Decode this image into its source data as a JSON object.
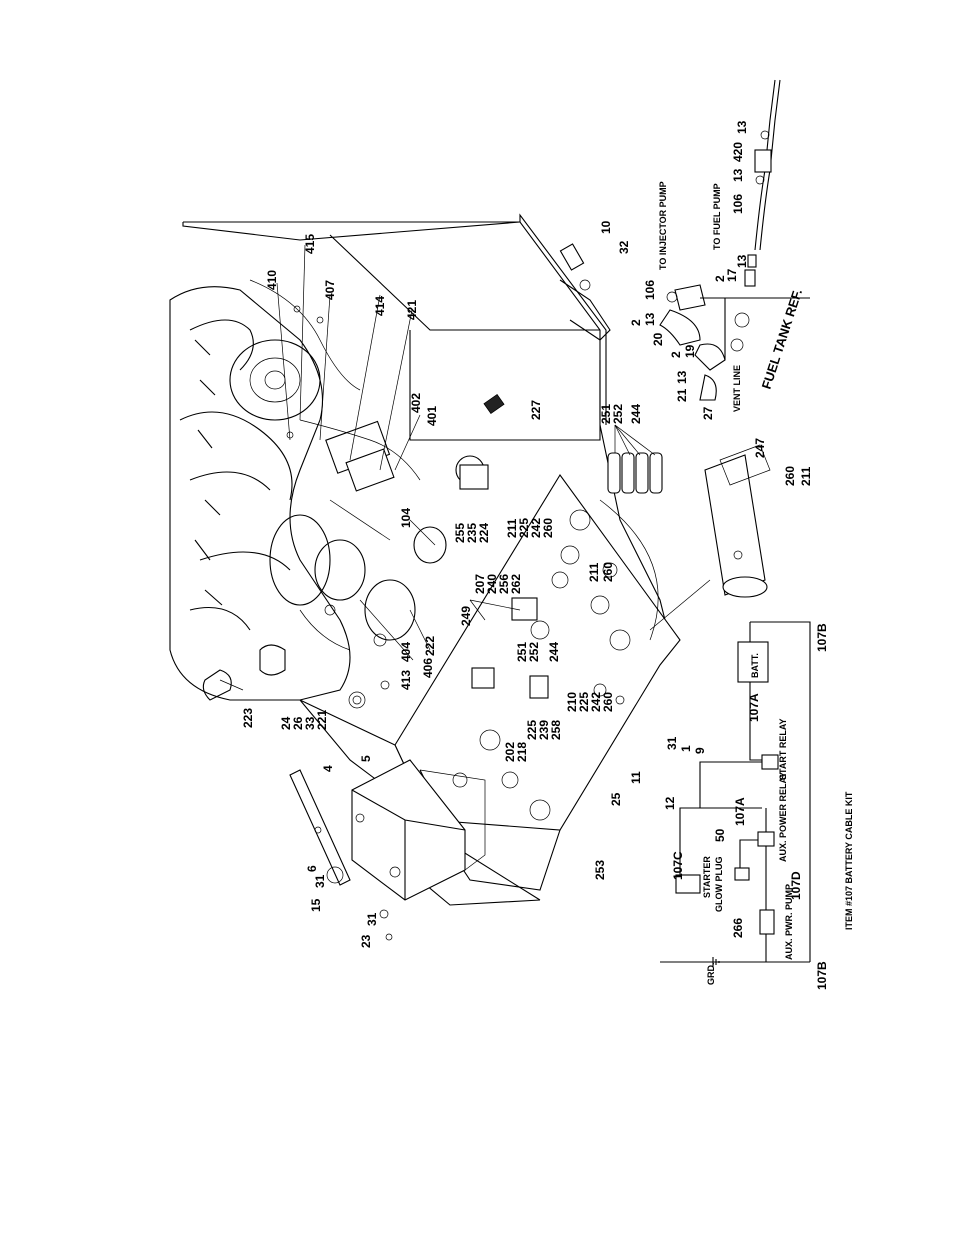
{
  "callouts": {
    "c4": "4",
    "c5": "5",
    "c6": "6",
    "c31a": "31",
    "c15": "15",
    "c31b": "31",
    "c23": "23",
    "c253": "253",
    "c25": "25",
    "c11": "11",
    "c12": "12",
    "c31c": "31",
    "c1": "1",
    "c9": "9",
    "c202": "202",
    "c218": "218",
    "c225a": "225",
    "c239": "239",
    "c258": "258",
    "c210": "210",
    "c225b": "225",
    "c242a": "242",
    "c260a": "260",
    "c244a": "244",
    "c251a": "251",
    "c252a": "252",
    "c249": "249",
    "c211a": "211",
    "c260b": "260",
    "c207": "207",
    "c240": "240",
    "c256": "256",
    "c262": "262",
    "c255": "255",
    "c235": "235",
    "c224": "224",
    "c211b": "211",
    "c225c": "225",
    "c242b": "242",
    "c260c": "260",
    "c104": "104",
    "c227": "227",
    "c251b": "251",
    "c252b": "252",
    "c244b": "244",
    "c247": "247",
    "c260d": "260",
    "c211c": "211",
    "c24": "24",
    "c26": "26",
    "c33": "33",
    "c221": "221",
    "c223": "223",
    "c413": "413",
    "c404": "404",
    "c406": "406",
    "c222": "222",
    "c410": "410",
    "c415": "415",
    "c407": "407",
    "c414": "414",
    "c421": "421",
    "c402": "402",
    "c401": "401",
    "c10": "10",
    "c32": "32",
    "c106a": "106",
    "c2a": "2",
    "c13a": "13",
    "c20": "20",
    "c2b": "2",
    "c19": "19",
    "c21": "21",
    "c13b": "13",
    "c27": "27",
    "c2c": "2",
    "c17": "17",
    "c13c": "13",
    "c106b": "106",
    "c13d": "13",
    "c420": "420",
    "c13e": "13",
    "c107A1": "107A",
    "c107B1": "107B",
    "c107A2": "107A",
    "c107C": "107C",
    "c50": "50",
    "c107D": "107D",
    "c266": "266",
    "c107B2": "107B"
  },
  "labels": {
    "to_injector_pump": "TO INJECTOR PUMP",
    "to_fuel_pump": "TO FUEL PUMP",
    "fuel_tank_ref": "FUEL TANK REF.",
    "vent_line": "VENT LINE",
    "batt": "BATT.",
    "start_relay": "START RELAY",
    "aux_power_relay": "AUX. POWER RELAY",
    "starter": "STARTER",
    "glow_plug": "GLOW PLUG",
    "aux_pwr_pump": "AUX. PWR. PUMP",
    "grd": "GRD.",
    "kit_title": "ITEM #107 BATTERY CABLE KIT"
  }
}
